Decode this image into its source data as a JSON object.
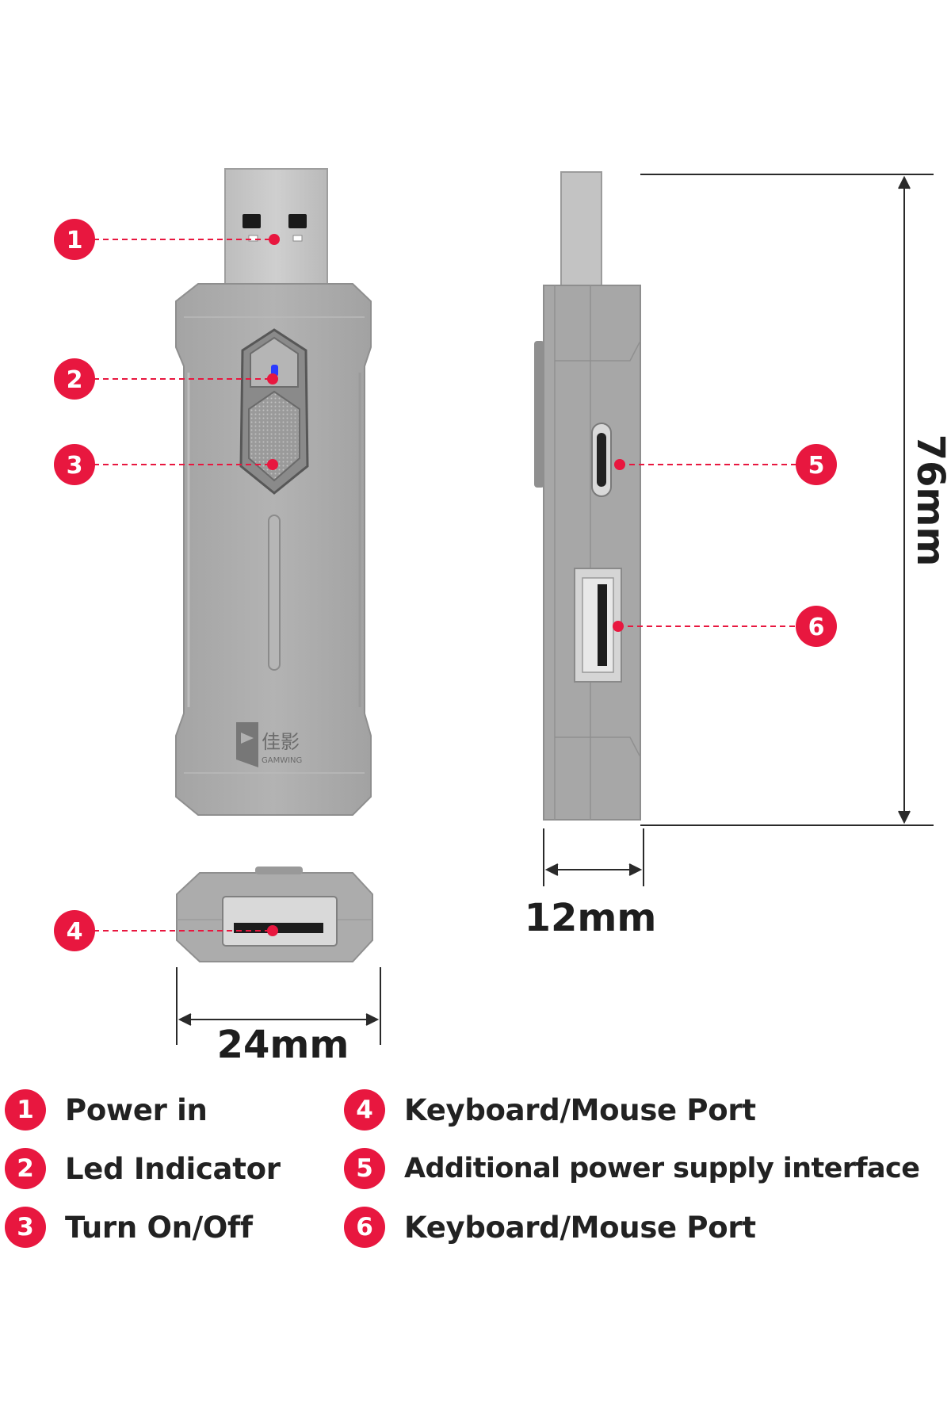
{
  "callouts": [
    {
      "number": "1",
      "label": "Power in"
    },
    {
      "number": "2",
      "label": "Led Indicator"
    },
    {
      "number": "3",
      "label": "Turn On/Off"
    },
    {
      "number": "4",
      "label": "Keyboard/Mouse Port"
    },
    {
      "number": "5",
      "label": "Additional power supply interface"
    },
    {
      "number": "6",
      "label": "Keyboard/Mouse Port"
    }
  ],
  "dimensions": {
    "width": "24mm",
    "thickness": "12mm",
    "length": "76mm"
  },
  "brand": {
    "chinese": "佳影",
    "english": "GAMWING"
  },
  "colors": {
    "accent": "#e8173f",
    "device_body": "#a9a9a9",
    "connector": "#c4c4c4",
    "led": "#2b3bff"
  }
}
